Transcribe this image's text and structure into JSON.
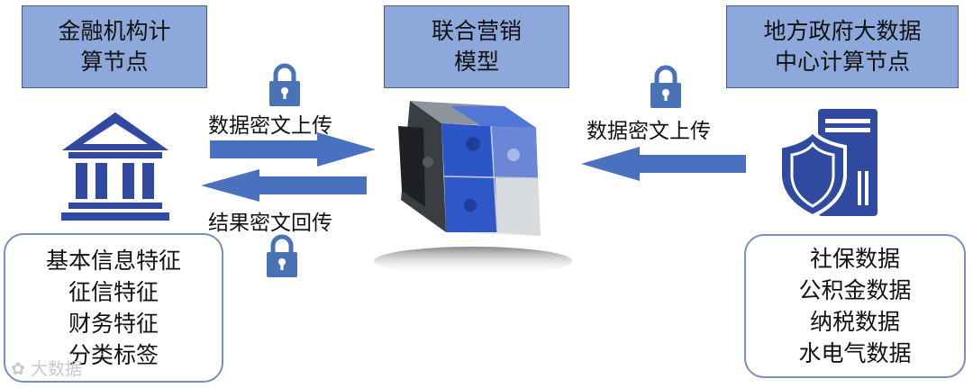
{
  "nodes": {
    "financial": {
      "line1": "金融机构计",
      "line2": "算节点"
    },
    "model": {
      "line1": "联合营销",
      "line2": "模型"
    },
    "government": {
      "line1": "地方政府大数据",
      "line2": "中心计算节点"
    }
  },
  "arrows": {
    "fin_upload": "数据密文上传",
    "result_return": "结果密文回传",
    "gov_upload": "数据密文上传"
  },
  "left_features": [
    "基本信息特征",
    "征信特征",
    "财务特征",
    "分类标签"
  ],
  "right_data": [
    "社保数据",
    "公积金数据",
    "纳税数据",
    "水电气数据"
  ],
  "watermark": "大数据",
  "colors": {
    "header_fill": "#8da9dc",
    "arrow": "#4a70c0",
    "lock": "#4a73b5",
    "icon": "#2f4aa0"
  },
  "icons": [
    "bank-icon",
    "server-shield-icon",
    "lock-icon",
    "puzzle-cube-icon"
  ]
}
